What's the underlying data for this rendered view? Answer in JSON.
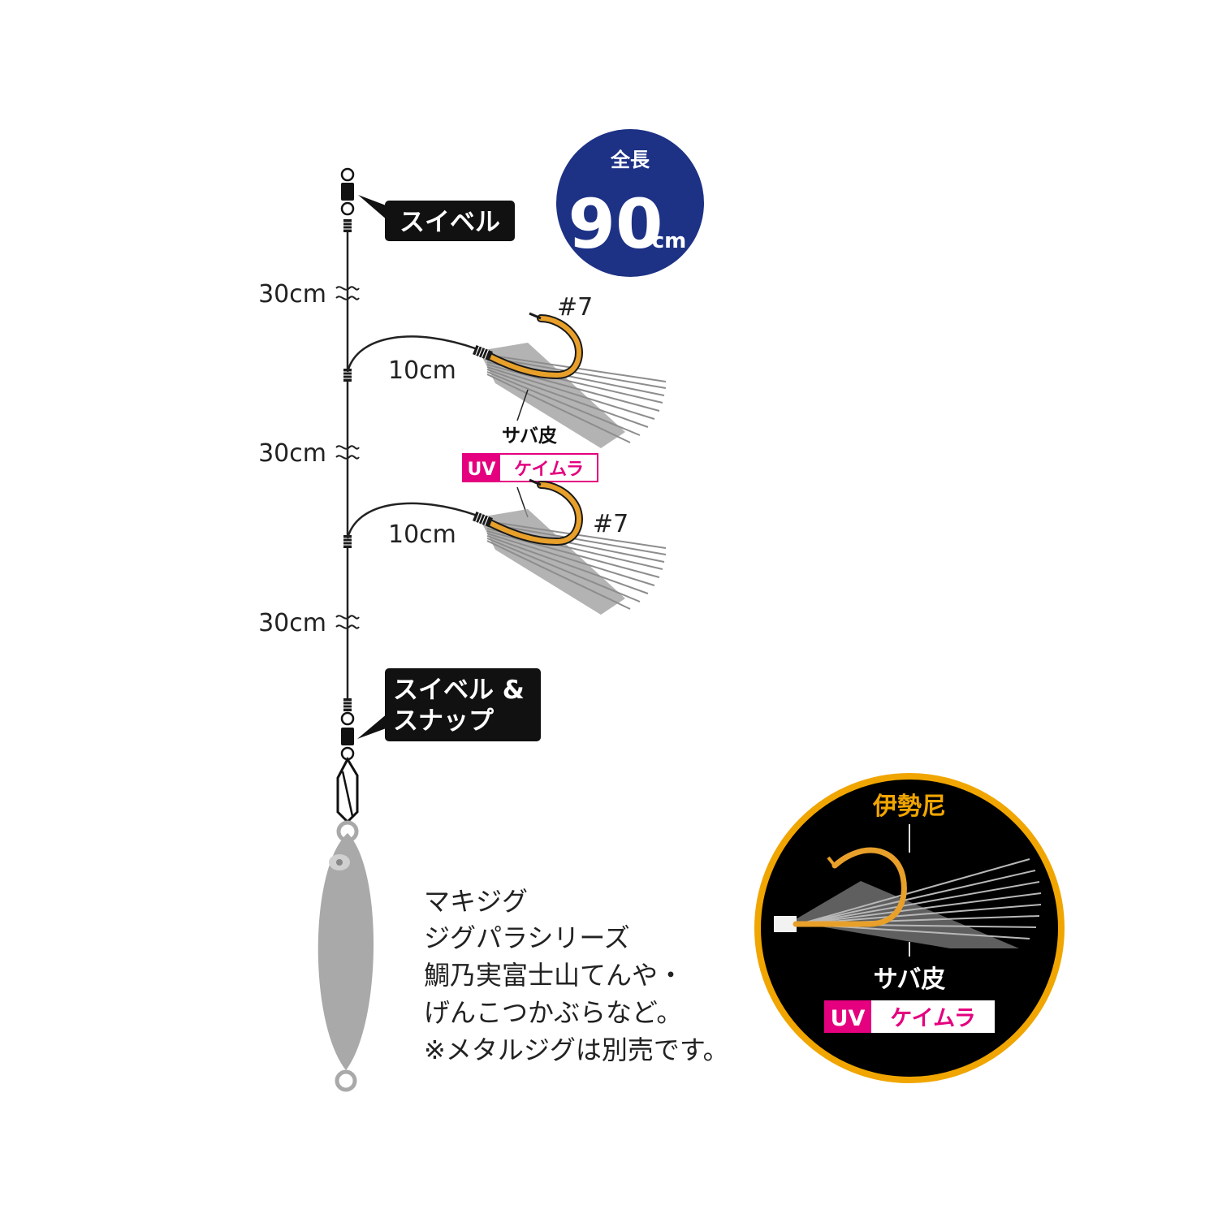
{
  "total_length": {
    "label": "全長",
    "value": "90",
    "unit": "cm"
  },
  "labels": {
    "swivel_top": "スイベル",
    "swivel_snap_line1": "スイベル &",
    "swivel_snap_line2": "スナップ"
  },
  "segments": [
    "30cm",
    "30cm",
    "30cm"
  ],
  "branches": [
    {
      "length": "10cm",
      "hook_size": "#7"
    },
    {
      "length": "10cm",
      "hook_size": "#7"
    }
  ],
  "skirt": {
    "material": "サバ皮",
    "tag_uv": "UV",
    "tag_keimura": "ケイムラ"
  },
  "detail": {
    "hook_type": "伊勢尼",
    "material": "サバ皮",
    "tag_uv": "UV",
    "tag_keimura": "ケイムラ"
  },
  "compat_text": [
    "マキジグ",
    "ジグパラシリーズ",
    "鯛乃実富士山てんや・",
    "げんこつかぶらなど。",
    "※メタルジグは別売です。"
  ],
  "colors": {
    "badge_navy": "#1d3185",
    "hook_gold": "#e8a02a",
    "keimura_magenta": "#e4007f",
    "label_bg": "#111111",
    "detail_ring": "#f0a500",
    "jig_gray": "#a9a9a9"
  }
}
